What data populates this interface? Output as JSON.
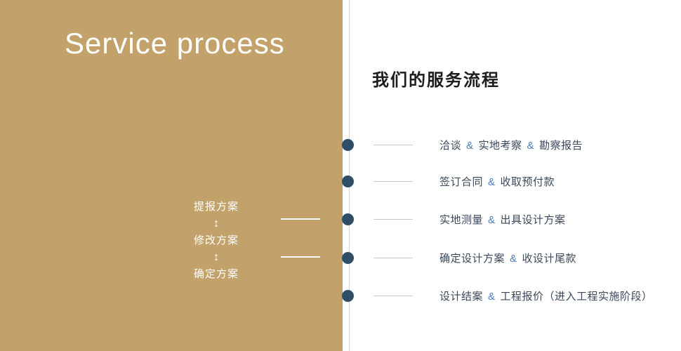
{
  "slide": {
    "bg_color": "#c2a26a",
    "accent_color": "#4a7ebc",
    "dot_color": "#2e4d68"
  },
  "left_panel": {
    "title": "Service process",
    "steps": [
      "提报方案",
      "修改方案",
      "确定方案"
    ],
    "arrow": "↕"
  },
  "right_panel": {
    "heading": "我们的服务流程"
  },
  "timeline": {
    "separator": "&",
    "items": [
      {
        "parts": [
          "洽谈",
          "实地考察",
          "勘察报告"
        ]
      },
      {
        "parts": [
          "签订合同",
          "收取预付款"
        ]
      },
      {
        "parts": [
          "实地测量",
          "出具设计方案"
        ]
      },
      {
        "parts": [
          "确定设计方案",
          "收设计尾款"
        ]
      },
      {
        "parts": [
          "设计结案",
          "工程报价（进入工程实施阶段）"
        ]
      }
    ]
  }
}
